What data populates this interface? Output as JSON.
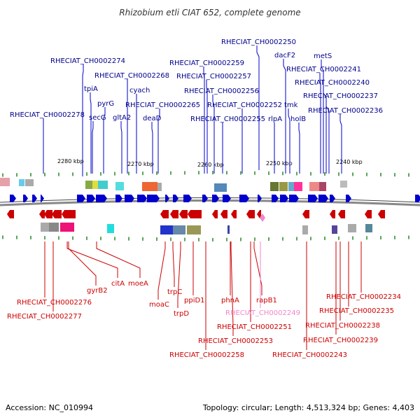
{
  "title": "Rhizobium etli CIAT 652, complete genome",
  "footer": {
    "accession": "Accession: NC_010994",
    "topology": "Topology: circular; Length: 4,513,324 bp; Genes: 4,403"
  },
  "colors": {
    "forward": "#0000cc",
    "reverse": "#cc0000",
    "faded": "#ee88cc",
    "backbone": "#888888",
    "tickmark": "#228822"
  },
  "scale_ticks": [
    "2280 kbp",
    "2270 kbp",
    "2260 kbp",
    "2250 kbp",
    "2240 kbp"
  ],
  "top_labels": [
    "RHECIAT_CH0002250",
    "RHECIAT_CH0002274",
    "RHECIAT_CH0002259",
    "dacF2",
    "metS",
    "RHECIAT_CH0002268",
    "RHECIAT_CH0002257",
    "RHECIAT_CH0002241",
    "tpiA",
    "RHECIAT_CH0002240",
    "cyach",
    "RHECIAT_CH0002256",
    "pyrG",
    "RHECIAT_CH0002237",
    "RHECIAT_CH0002265",
    "RHECIAT_CH0002252",
    "tmk",
    "secG",
    "RHECIAT_CH0002236",
    "RHECIAT_CH0002278",
    "gltA2",
    "deaD",
    "RHECIAT_CH0002255",
    "rlpA",
    "holB"
  ],
  "bottom_labels": [
    "citA",
    "moeA",
    "gyrB2",
    "moaC",
    "trpC",
    "trpD",
    "ppiD1",
    "phnA",
    "rapB1",
    "RHECIAT_CH0002276",
    "RHECIAT_CH0002277",
    "RHECIAT_CH0002249",
    "RHECIAT_CH0002251",
    "RHECIAT_CH0002253",
    "RHECIAT_CH0002258",
    "RHECIAT_CH0002234",
    "RHECIAT_CH0002235",
    "RHECIAT_CH0002238",
    "RHECIAT_CH0002239",
    "RHECIAT_CH0002243"
  ]
}
